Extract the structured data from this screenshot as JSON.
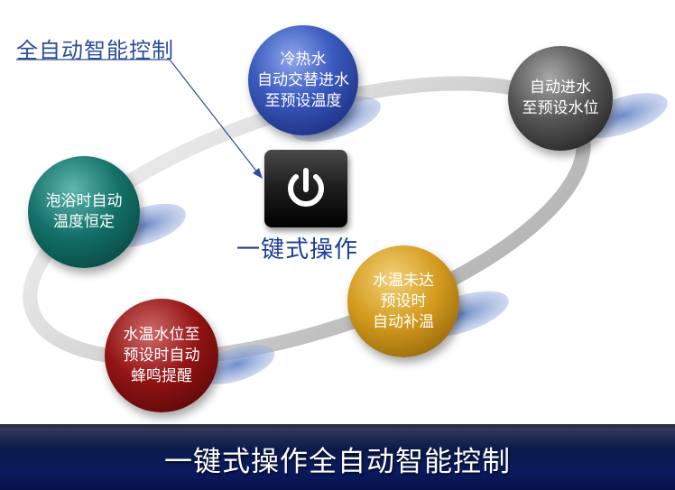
{
  "callout": {
    "text": "全自动智能控制"
  },
  "nodes": {
    "hot_cold": "冷热水\n自动交替进水\n至预设温度",
    "auto_fill": "自动进水\n至预设水位",
    "bath_constant": "泡浴时自动\n温度恒定",
    "reheat": "水温未达\n预设时\n自动补温",
    "alarm": "水温水位至\n预设时自动\n蜂鸣提醒"
  },
  "center": {
    "label": "一键式操作",
    "icon": "power-icon"
  },
  "footer": {
    "title": "一键式操作全自动智能控制"
  }
}
